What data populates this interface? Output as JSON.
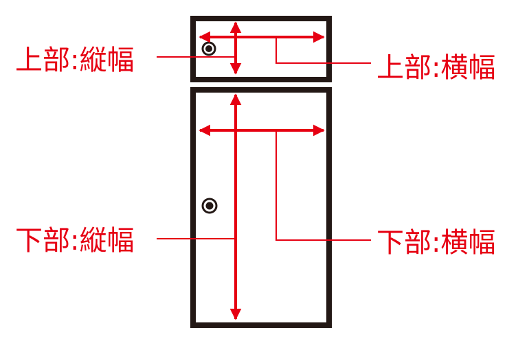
{
  "colors": {
    "accent": "#e60012",
    "frame": "#231815",
    "background": "#ffffff"
  },
  "labels": {
    "upper_height": "上部:縦幅",
    "upper_width": "上部:横幅",
    "lower_height": "下部:縦幅",
    "lower_width": "下部:横幅"
  },
  "icons": {
    "knob": "door-knob-icon",
    "arrow": "double-headed-arrow-icon"
  }
}
